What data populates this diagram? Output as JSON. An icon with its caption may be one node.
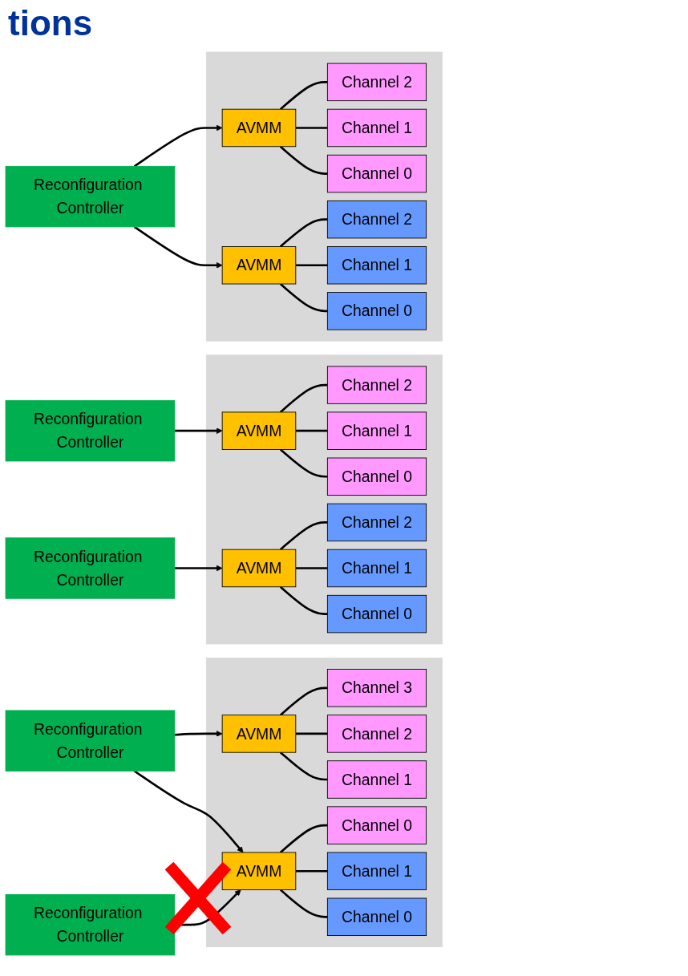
{
  "diagram": {
    "title": "tions",
    "nodes": [
      {
        "text": [
          "Reconfiguration Controller"
        ]
      },
      {
        "text": [],
        "shape": "box"
      },
      {
        "text": [
          "AVMM"
        ],
        "in": 1
      },
      {
        "text": [
          "Channel 2"
        ],
        "in": 1
      },
      {
        "text": [
          "Channel 1"
        ],
        "in": 1
      },
      {
        "text": [
          "Channel 0"
        ],
        "in": 1
      },
      {
        "text": [
          "AVMM"
        ],
        "in": 1
      },
      {
        "text": [
          "Channel 2"
        ],
        "in": 1
      },
      {
        "text": [
          "Channel 1"
        ],
        "in": 1
      },
      {
        "text": [
          "Channel 0"
        ],
        "in": 1
      },
      {
        "text": [
          "Reconfiguration Controller"
        ]
      },
      {
        "text": [
          "Reconfiguration Controller"
        ]
      },
      {
        "text": [],
        "shape": "box"
      },
      {
        "text": [
          "AVMM"
        ],
        "in": 12
      },
      {
        "text": [
          "Channel 2"
        ],
        "in": 12
      },
      {
        "text": [
          "Channel 1"
        ],
        "in": 12
      },
      {
        "text": [
          "Channel 0"
        ],
        "in": 12
      },
      {
        "text": [
          "AVMM"
        ],
        "in": 12
      },
      {
        "text": [
          "Channel 2"
        ],
        "in": 12
      },
      {
        "text": [
          "Channel 1"
        ],
        "in": 12
      },
      {
        "text": [
          "Channel 0"
        ],
        "in": 12
      },
      {
        "text": [
          "Reconfiguration Controller"
        ]
      },
      {
        "text": [
          "Reconfiguration Controller"
        ]
      },
      {
        "text": [],
        "shape": "box"
      },
      {
        "text": [
          "AVMM"
        ],
        "in": 23
      },
      {
        "text": [
          "Channel 3"
        ],
        "in": 23
      },
      {
        "text": [
          "Channel 2"
        ],
        "in": 23
      },
      {
        "text": [
          "Channel 1"
        ],
        "in": 23
      },
      {
        "text": [
          "AVMM"
        ],
        "in": 23
      },
      {
        "text": [
          "Channel 0"
        ],
        "in": 23
      },
      {
        "text": [
          "Channel 1"
        ],
        "in": 23
      },
      {
        "text": [
          "Channel 0"
        ],
        "in": 23
      }
    ],
    "edges": [
      {
        "from": 0,
        "to": 2,
        "arrow": "to"
      },
      {
        "from": 0,
        "to": 6,
        "arrow": "to"
      },
      {
        "from": 2,
        "to": 3,
        "arrow": "none"
      },
      {
        "from": 2,
        "to": 4,
        "arrow": "none"
      },
      {
        "from": 2,
        "to": 5,
        "arrow": "none"
      },
      {
        "from": 6,
        "to": 7,
        "arrow": "none"
      },
      {
        "from": 6,
        "to": 8,
        "arrow": "none"
      },
      {
        "from": 6,
        "to": 9,
        "arrow": "none"
      },
      {
        "from": 10,
        "to": 13,
        "arrow": "to"
      },
      {
        "from": 11,
        "to": 17,
        "arrow": "to"
      },
      {
        "from": 13,
        "to": 14,
        "arrow": "none"
      },
      {
        "from": 13,
        "to": 15,
        "arrow": "none"
      },
      {
        "from": 13,
        "to": 16,
        "arrow": "none"
      },
      {
        "from": 17,
        "to": 18,
        "arrow": "none"
      },
      {
        "from": 17,
        "to": 19,
        "arrow": "none"
      },
      {
        "from": 17,
        "to": 20,
        "arrow": "none"
      },
      {
        "from": 21,
        "to": 24,
        "arrow": "to"
      },
      {
        "from": 21,
        "to": 28,
        "arrow": "to"
      },
      {
        "from": 22,
        "to": 28,
        "arrow": "to"
      },
      {
        "from": 24,
        "to": 25,
        "arrow": "none"
      },
      {
        "from": 24,
        "to": 26,
        "arrow": "none"
      },
      {
        "from": 24,
        "to": 27,
        "arrow": "none"
      },
      {
        "from": 28,
        "to": 29,
        "arrow": "none"
      },
      {
        "from": 28,
        "to": 30,
        "arrow": "none"
      },
      {
        "from": 28,
        "to": 31,
        "arrow": "none"
      }
    ]
  }
}
